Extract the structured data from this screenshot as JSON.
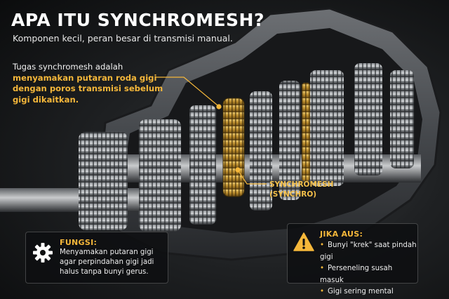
{
  "title": "APA ITU SYNCHROMESH?",
  "subtitle": "Komponen kecil, peran besar di transmisi manual.",
  "intro": {
    "plain": "Tugas synchromesh adalah",
    "highlight": "menyamakan putaran roda gigi dengan poros transmisi sebelum gigi dikaitkan."
  },
  "callout": {
    "line1": "SYNCHROMESH",
    "line2": "(SYNCHRO)"
  },
  "fungsi": {
    "heading": "FUNGSI:",
    "body": "Menyamakan putaran gigi agar perpindahan gigi jadi halus tanpa bunyi gerus.",
    "icon": "gear-icon"
  },
  "jika_aus": {
    "heading": "JIKA AUS:",
    "items": [
      "Bunyi \"krek\" saat pindah gigi",
      "Perseneling susah masuk",
      "Gigi sering mental sendiri"
    ],
    "icon": "warning-icon"
  },
  "colors": {
    "accent": "#f5b73a",
    "synchro_gold": "#c99a32",
    "background": "#0e0f10"
  }
}
